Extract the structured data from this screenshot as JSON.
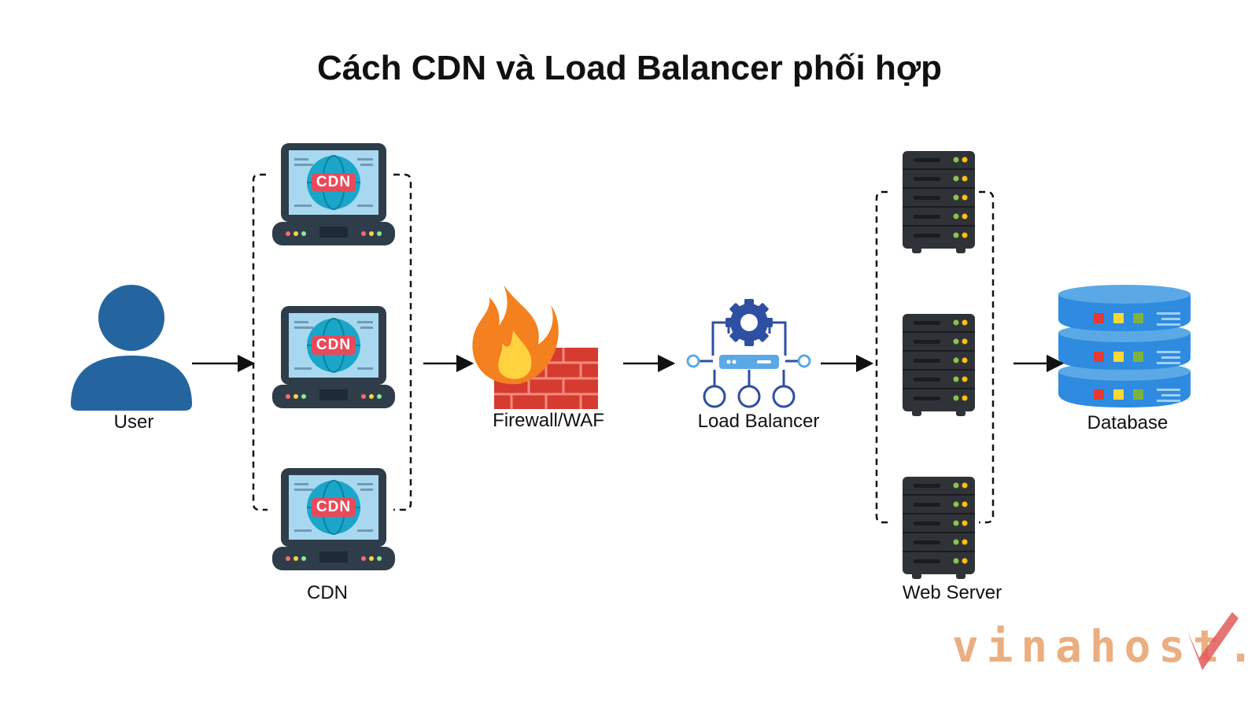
{
  "title": "Cách CDN và Load Balancer phối hợp",
  "nodes": {
    "user": "User",
    "cdn": "CDN",
    "cdn_badge": "CDN",
    "firewall": "Firewall/WAF",
    "load_balancer": "Load Balancer",
    "web_server": "Web Server",
    "database": "Database"
  },
  "brand": "vinahost.",
  "colors": {
    "user": "#2465a0",
    "laptop": "#2f3d4a",
    "screen": "#a8d8ef",
    "cdn_badge": "#e84a5a",
    "globe": "#1aa6c8",
    "brick": "#d63b2f",
    "flame": "#f4801f",
    "lb": "#2f4fa3",
    "server": "#2f3338",
    "database": "#2f8bdf",
    "brand": "#e8a06a"
  }
}
